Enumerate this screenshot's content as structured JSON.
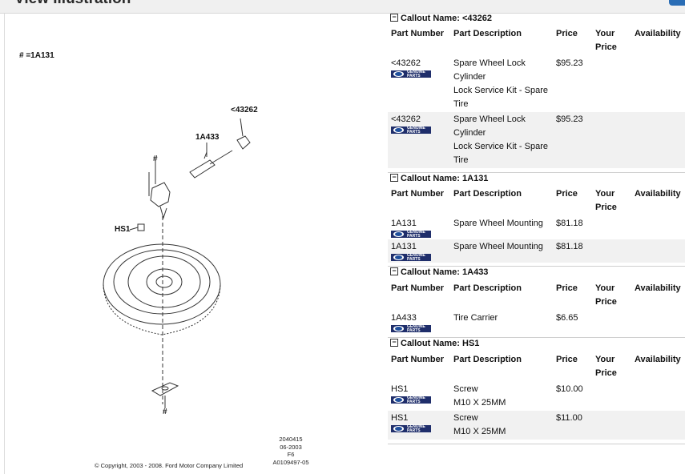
{
  "header": {
    "title": "View Illustration"
  },
  "illustration": {
    "legend": "# =1A131",
    "labels": {
      "a": "<43262",
      "b": "1A433",
      "c": "#",
      "d": "HS1",
      "e": "#"
    },
    "meta": [
      "2040415",
      "06-2003",
      "F6",
      "A0109497-05"
    ],
    "copyright": "© Copyright, 2003 - 2008. Ford Motor Company Limited"
  },
  "columns": {
    "part_number": "Part Number",
    "part_description": "Part Description",
    "price": "Price",
    "your_price": "Your Price",
    "availability": "Availability"
  },
  "logo": {
    "line1": "GENUINE",
    "line2": "PARTS"
  },
  "callouts": [
    {
      "label": "Callout Name: <43262",
      "rows": [
        {
          "part": "<43262",
          "desc": [
            "Spare Wheel Lock",
            "Cylinder",
            "Lock Service Kit - Spare",
            "Tire"
          ],
          "price": "$95.23"
        },
        {
          "part": "<43262",
          "desc": [
            "Spare Wheel Lock",
            "Cylinder",
            "Lock Service Kit - Spare",
            "Tire"
          ],
          "price": "$95.23"
        }
      ]
    },
    {
      "label": "Callout Name: 1A131",
      "rows": [
        {
          "part": "1A131",
          "desc": [
            "Spare Wheel Mounting"
          ],
          "price": "$81.18"
        },
        {
          "part": "1A131",
          "desc": [
            "Spare Wheel Mounting"
          ],
          "price": "$81.18"
        }
      ]
    },
    {
      "label": "Callout Name: 1A433",
      "rows": [
        {
          "part": "1A433",
          "desc": [
            "Tire Carrier"
          ],
          "price": "$6.65"
        }
      ]
    },
    {
      "label": "Callout Name: HS1",
      "rows": [
        {
          "part": "HS1",
          "desc": [
            "Screw",
            "M10 X 25MM"
          ],
          "price": "$10.00"
        },
        {
          "part": "HS1",
          "desc": [
            "Screw",
            "M10 X 25MM"
          ],
          "price": "$11.00"
        }
      ]
    }
  ]
}
